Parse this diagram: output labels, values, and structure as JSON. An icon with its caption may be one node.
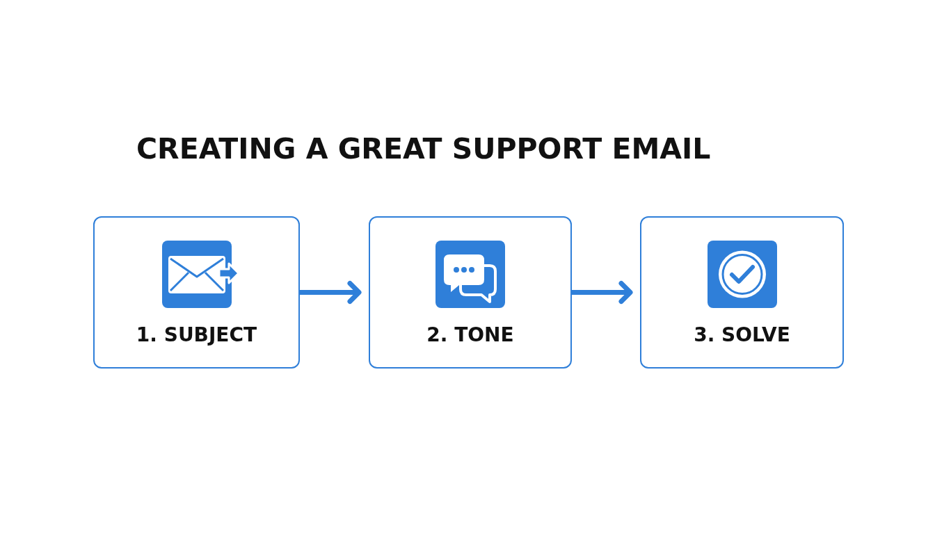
{
  "diagram": {
    "title": "CREATING A GREAT SUPPORT EMAIL",
    "nodes": [
      {
        "text": [
          "1. SUBJECT"
        ]
      },
      {
        "text": [
          "2. TONE"
        ]
      },
      {
        "text": [
          "3. SOLVE"
        ]
      }
    ],
    "edges": [
      {
        "from": 0,
        "to": 1,
        "arrow": "to"
      },
      {
        "from": 1,
        "to": 2,
        "arrow": "to"
      }
    ]
  }
}
